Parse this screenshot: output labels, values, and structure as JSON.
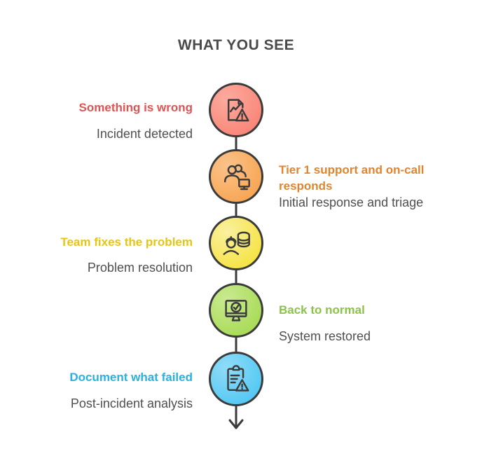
{
  "title": "WHAT YOU SEE",
  "steps": [
    {
      "title": "Something is wrong",
      "subtitle": "Incident detected",
      "side": "left",
      "accent_color": "#e05353",
      "circle_color_from": "#fcab9e",
      "circle_color_to": "#f87c6e",
      "icon": "document-chart-warning-icon"
    },
    {
      "title": "Tier 1 support and on-call responds",
      "subtitle": "Initial response and triage",
      "side": "right",
      "accent_color": "#e0842e",
      "circle_color_from": "#fbc289",
      "circle_color_to": "#f79e46",
      "icon": "team-monitor-icon"
    },
    {
      "title": "Team fixes the problem",
      "subtitle": "Problem resolution",
      "side": "left",
      "accent_color": "#e5c515",
      "circle_color_from": "#faf0a0",
      "circle_color_to": "#f5e02a",
      "icon": "engineer-database-icon"
    },
    {
      "title": "Back to normal",
      "subtitle": "System restored",
      "side": "right",
      "accent_color": "#8bc34a",
      "circle_color_from": "#c9ea90",
      "circle_color_to": "#a0d748",
      "icon": "monitor-check-icon"
    },
    {
      "title": "Document what failed",
      "subtitle": "Post-incident analysis",
      "side": "left",
      "accent_color": "#29b1e0",
      "circle_color_from": "#90dcf8",
      "circle_color_to": "#44c3f2",
      "icon": "clipboard-warning-icon"
    }
  ],
  "connector": {
    "direction": "down",
    "line_color": "#3b3b3b"
  }
}
